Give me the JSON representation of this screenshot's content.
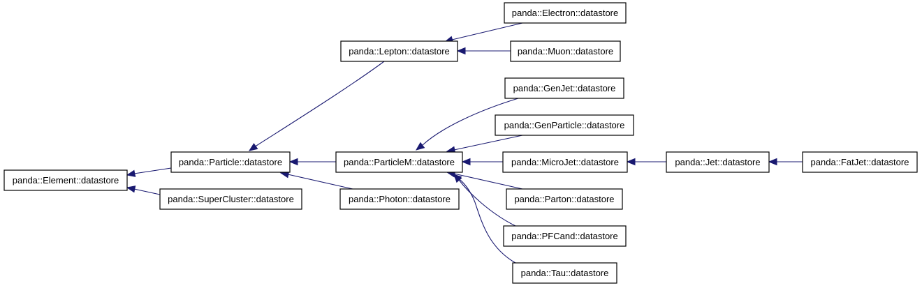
{
  "diagram": {
    "nodes": {
      "element": "panda::Element::datastore",
      "particle": "panda::Particle::datastore",
      "supercluster": "panda::SuperCluster::datastore",
      "lepton": "panda::Lepton::datastore",
      "particlem": "panda::ParticleM::datastore",
      "photon": "panda::Photon::datastore",
      "electron": "panda::Electron::datastore",
      "muon": "panda::Muon::datastore",
      "genjet": "panda::GenJet::datastore",
      "genparticle": "panda::GenParticle::datastore",
      "microjet": "panda::MicroJet::datastore",
      "parton": "panda::Parton::datastore",
      "pfcand": "panda::PFCand::datastore",
      "tau": "panda::Tau::datastore",
      "jet": "panda::Jet::datastore",
      "fatjet": "panda::FatJet::datastore"
    },
    "edges": [
      {
        "from": "particle",
        "to": "element"
      },
      {
        "from": "supercluster",
        "to": "element"
      },
      {
        "from": "lepton",
        "to": "particle"
      },
      {
        "from": "particlem",
        "to": "particle"
      },
      {
        "from": "photon",
        "to": "particle"
      },
      {
        "from": "electron",
        "to": "lepton"
      },
      {
        "from": "muon",
        "to": "lepton"
      },
      {
        "from": "genjet",
        "to": "particlem"
      },
      {
        "from": "genparticle",
        "to": "particlem"
      },
      {
        "from": "microjet",
        "to": "particlem"
      },
      {
        "from": "parton",
        "to": "particlem"
      },
      {
        "from": "pfcand",
        "to": "particlem"
      },
      {
        "from": "tau",
        "to": "particlem"
      },
      {
        "from": "jet",
        "to": "microjet"
      },
      {
        "from": "fatjet",
        "to": "jet"
      }
    ],
    "colors": {
      "edge": "#191970",
      "node_border": "#000000",
      "node_fill": "#ffffff"
    }
  }
}
